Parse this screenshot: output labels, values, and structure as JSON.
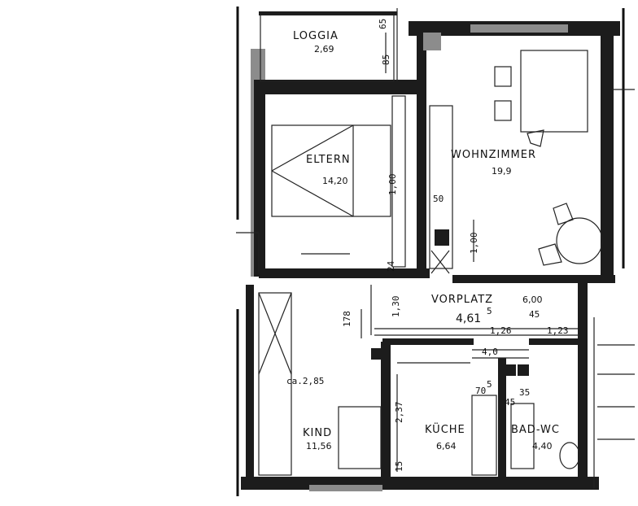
{
  "rooms": {
    "loggia": {
      "name": "LOGGIA",
      "area": "2,69"
    },
    "eltern": {
      "name": "ELTERN",
      "area": "14,20"
    },
    "wohnzimmer": {
      "name": "WOHNZIMMER",
      "area": "19,9"
    },
    "vorplatz": {
      "name": "VORPLATZ",
      "area": "6,00"
    },
    "kind": {
      "name": "KIND",
      "area": "11,56"
    },
    "kueche": {
      "name": "KÜCHE",
      "area": "6,64"
    },
    "bad": {
      "name": "BAD-WC",
      "area": "4,40"
    }
  },
  "dimensions": {
    "d65": "65",
    "d85": "85",
    "d100a": "1,00",
    "d50": "50",
    "d100b": "1,00",
    "d24": "24",
    "d130": "1,30",
    "d178": "178",
    "d461": "4,61",
    "d461sup": "5",
    "d45": "45",
    "d126": "1,26",
    "d123": "1,23",
    "d4_0": "4,0",
    "d285": "ca.2,85",
    "d237": "2,37",
    "d70": "70",
    "d70sup": "5",
    "d35": "35",
    "d45b": "45",
    "d15": "15"
  }
}
